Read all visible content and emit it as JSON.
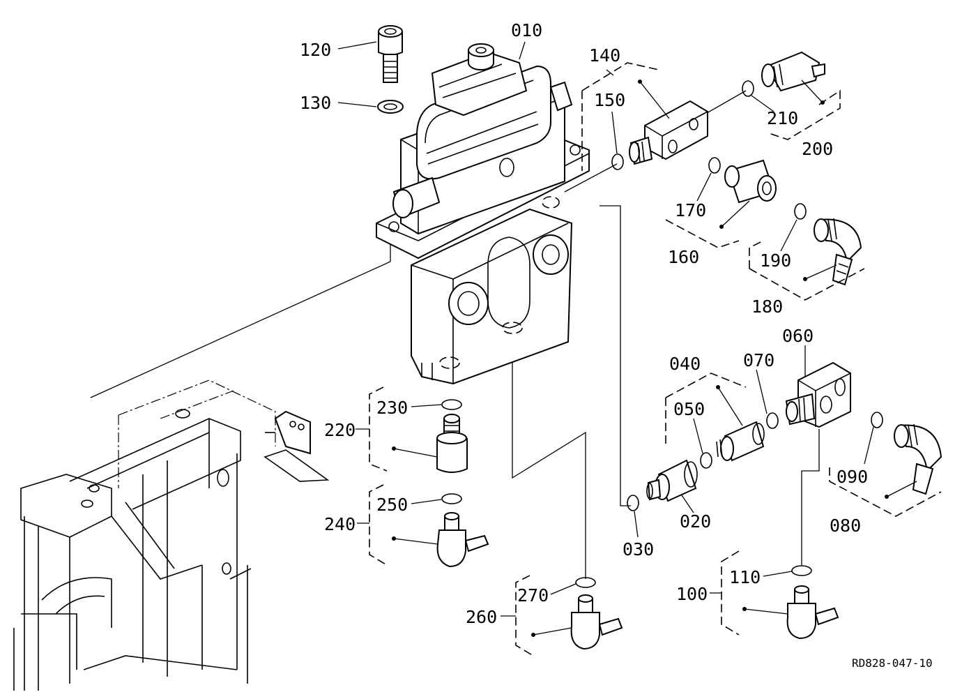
{
  "diagram": {
    "reference_code": "RD828-047-10",
    "part_labels": {
      "p010": "010",
      "p020": "020",
      "p030": "030",
      "p040": "040",
      "p050": "050",
      "p060": "060",
      "p070": "070",
      "p080": "080",
      "p090": "090",
      "p100": "100",
      "p110": "110",
      "p120": "120",
      "p130": "130",
      "p140": "140",
      "p150": "150",
      "p160": "160",
      "p170": "170",
      "p180": "180",
      "p190": "190",
      "p200": "200",
      "p210": "210",
      "p220": "220",
      "p230": "230",
      "p240": "240",
      "p250": "250",
      "p260": "260",
      "p270": "270"
    }
  }
}
